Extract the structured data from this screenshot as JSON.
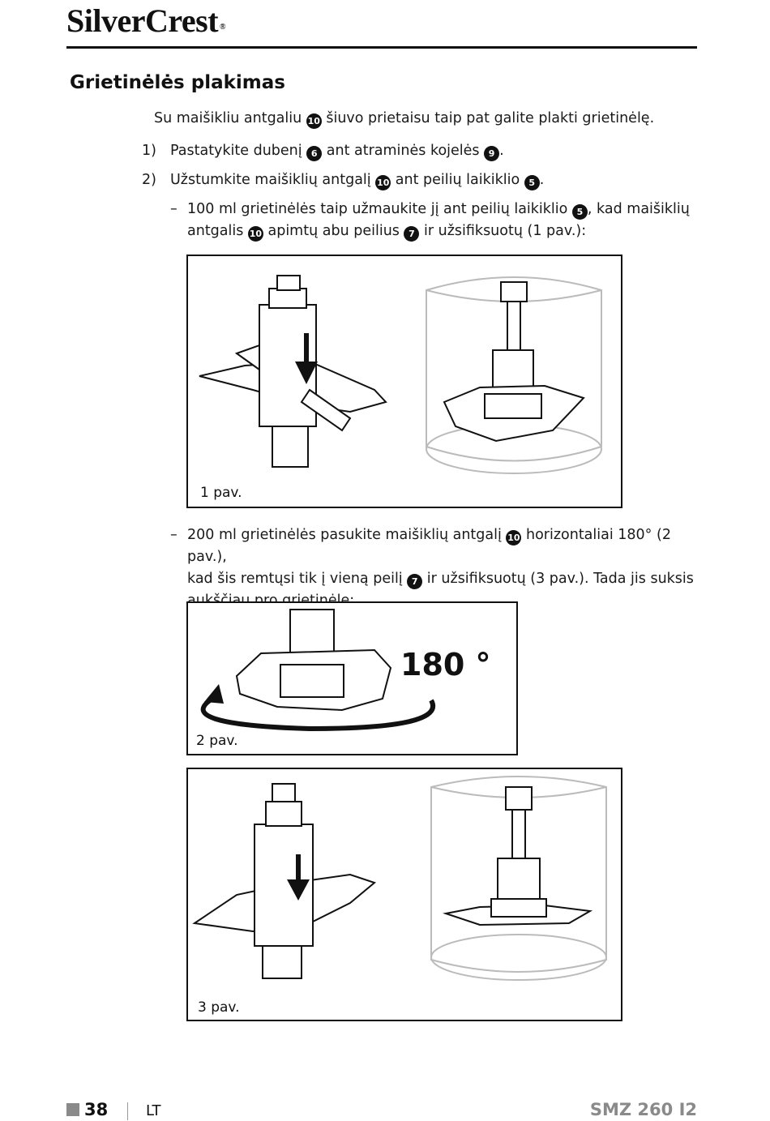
{
  "header": {
    "brand": "SilverCrest",
    "registered": "®"
  },
  "section_title": "Grietinėlės plakimas",
  "intro": {
    "before": "Su maišikliu antgaliu ",
    "ref": "10",
    "after": " šiuvo prietaisu taip pat galite plakti grietinėlę."
  },
  "steps": [
    {
      "no": "1)",
      "t1": "Pastatykite dubenį ",
      "r1": "6",
      "t2": " ant atraminės kojelės ",
      "r2": "9",
      "t3": "."
    },
    {
      "no": "2)",
      "t1": "Užstumkite maišiklių antgalį ",
      "r1": "10",
      "t2": " ant peilių laikiklio ",
      "r2": "5",
      "t3": "."
    }
  ],
  "bullet1": {
    "dash": "–",
    "t1": "100 ml grietinėlės taip užmaukite jį ant peilių laikiklio ",
    "r1": "5",
    "t2": ", kad maišiklių",
    "t3": "antgalis ",
    "r2": "10",
    "t4": " apimtų abu peilius ",
    "r3": "7",
    "t5": " ir užsifiksuotų (1 pav.):"
  },
  "bullet2": {
    "dash": "–",
    "t1": "200 ml grietinėlės pasukite maišiklių antgalį ",
    "r1": "10",
    "t2": " horizontaliai 180° (2 pav.),",
    "t3": "kad šis remtųsi tik į vieną peilį ",
    "r2": "7",
    "t4": " ir užsifiksuotų (3 pav.). Tada jis suksis",
    "t5": "aukščiau pro grietinėlę:"
  },
  "figures": {
    "fig1_caption": "1 pav.",
    "fig2_caption": "2 pav.",
    "fig2_label": "180 °",
    "fig3_caption": "3 pav."
  },
  "footer": {
    "page": "38",
    "lang": "LT",
    "model": "SMZ 260 I2"
  }
}
